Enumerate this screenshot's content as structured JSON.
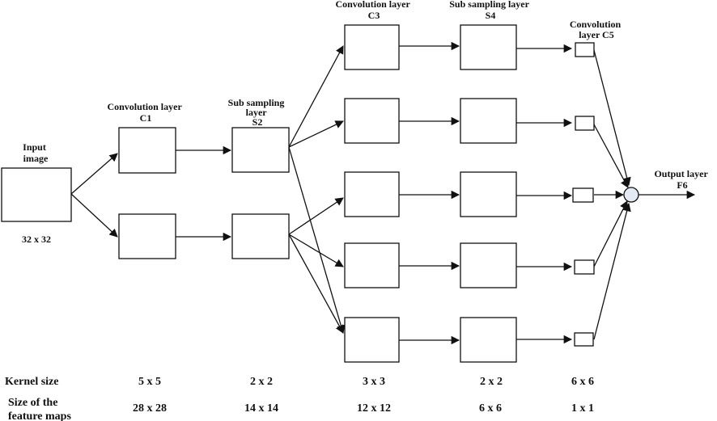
{
  "layers": {
    "input": {
      "lines": [
        "Input",
        "image"
      ],
      "size": "32 x 32"
    },
    "c1": {
      "lines": [
        "Convolution layer",
        "C1"
      ]
    },
    "s2": {
      "lines": [
        "Sub sampling",
        "layer",
        "S2"
      ]
    },
    "c3": {
      "lines": [
        "Convolution layer",
        "C3"
      ]
    },
    "s4": {
      "lines": [
        "Sub sampling layer",
        "S4"
      ]
    },
    "c5": {
      "lines": [
        "Convolution",
        "layer C5"
      ]
    },
    "output": {
      "lines": [
        "Output layer",
        "F6"
      ]
    }
  },
  "table": {
    "kernel_label": "Kernel size",
    "feature_label_lines": [
      "Size of the",
      "feature maps"
    ],
    "kernel": [
      "5 x 5",
      "2 x 2",
      "3 x 3",
      "2 x 2",
      "6 x 6"
    ],
    "feature": [
      "28 x 28",
      "14 x 14",
      "12 x 12",
      "6 x 6",
      "1 x 1"
    ]
  }
}
